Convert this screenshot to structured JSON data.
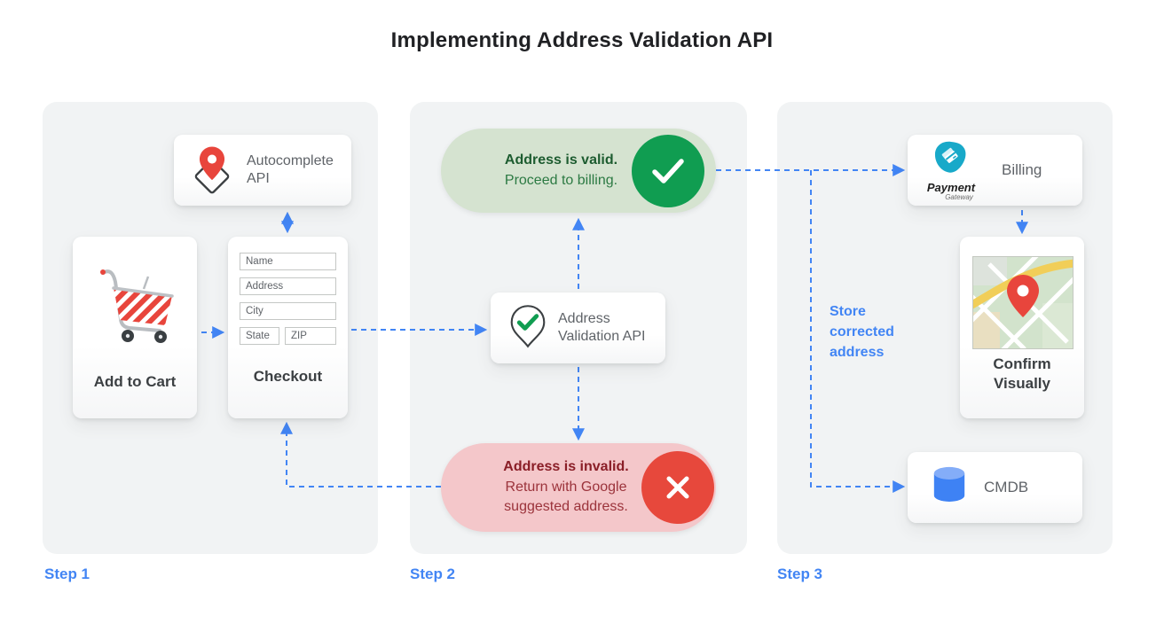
{
  "title": "Implementing Address Validation API",
  "steps": [
    {
      "label": "Step 1"
    },
    {
      "label": "Step 2"
    },
    {
      "label": "Step 3"
    }
  ],
  "step1": {
    "autocomplete_api": {
      "label": "Autocomplete API",
      "icon": "map-pin-diamond-icon"
    },
    "add_to_cart": {
      "label": "Add to Cart",
      "icon": "shopping-cart-icon"
    },
    "checkout": {
      "label": "Checkout",
      "fields": [
        {
          "placeholder": "Name"
        },
        {
          "placeholder": "Address"
        },
        {
          "placeholder": "City"
        },
        {
          "placeholder": "State"
        },
        {
          "placeholder": "ZIP"
        }
      ]
    }
  },
  "step2": {
    "valid_pill": {
      "title": "Address is valid.",
      "subtitle": "Proceed to billing.",
      "icon": "check-icon"
    },
    "validation_api": {
      "label": "Address Validation API",
      "icon": "pin-check-icon"
    },
    "invalid_pill": {
      "title": "Address is invalid.",
      "subtitle": "Return with Google suggested address.",
      "icon": "x-icon"
    }
  },
  "step3": {
    "billing": {
      "label": "Billing",
      "logo_title": "Payment",
      "logo_subtitle": "Gateway",
      "icon": "payment-gateway-logo"
    },
    "confirm_visually": {
      "label": "Confirm Visually",
      "icon": "map-thumbnail"
    },
    "cmdb": {
      "label": "CMDB",
      "icon": "database-icon"
    },
    "store_note": "Store corrected address"
  },
  "colors": {
    "accent_blue": "#4285f4",
    "success_green": "#109d51",
    "error_red": "#e7483c",
    "valid_pill_bg": "#d5e3d0",
    "invalid_pill_bg": "#f4c7ca",
    "panel_bg": "#f1f3f4"
  }
}
